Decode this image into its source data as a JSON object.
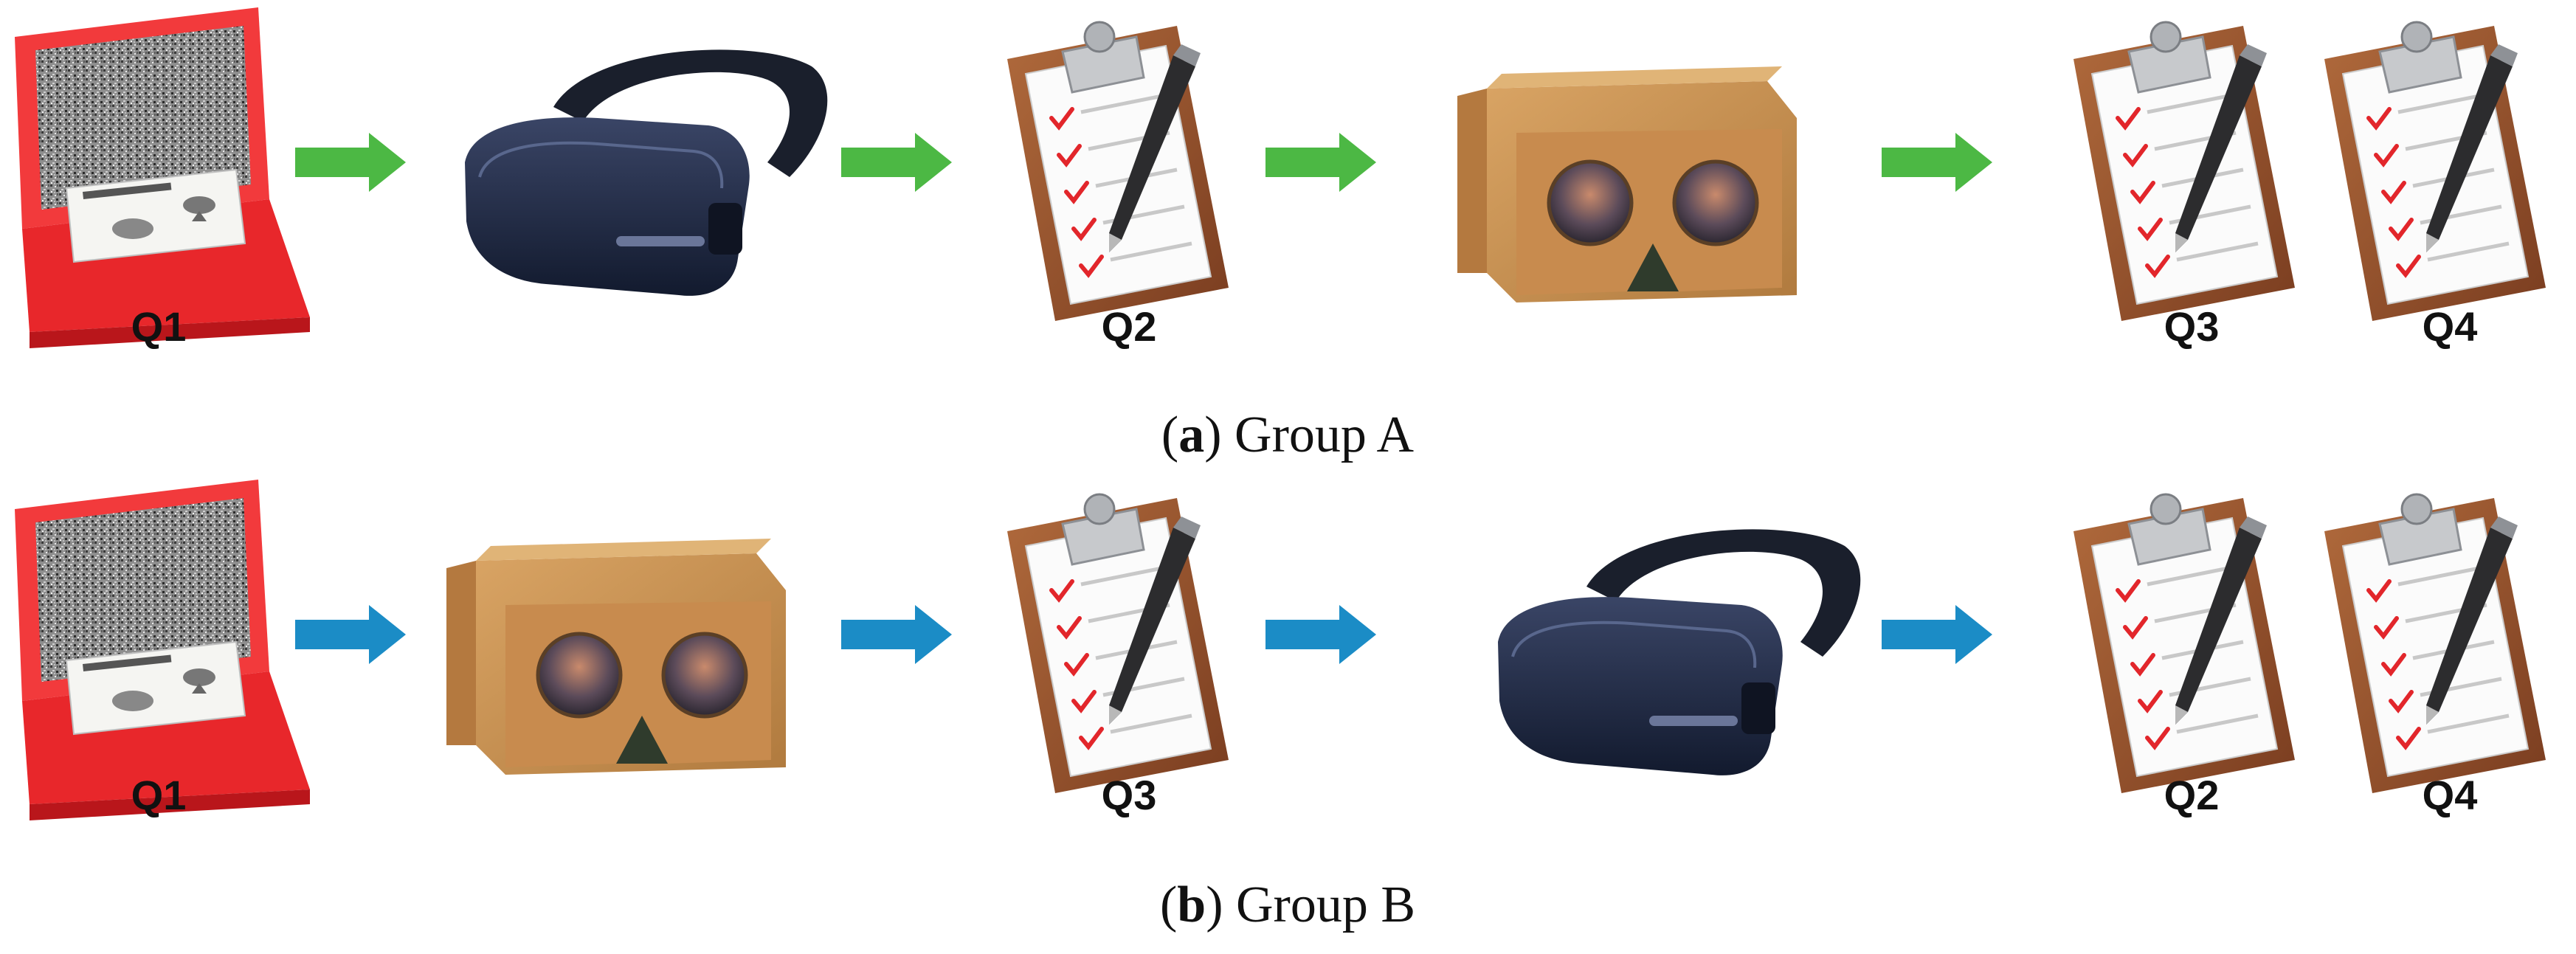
{
  "colors": {
    "group_a_arrow": "#4cb844",
    "group_b_arrow": "#1b8cc6",
    "laptop_red": "#f23a3c",
    "cardboard": "#c9914f",
    "headset": "#1d2640",
    "clipboard": "#8a4a2a"
  },
  "groups": [
    {
      "id": "group-a",
      "caption_letter": "a",
      "caption_text": "Group A",
      "sequence": [
        {
          "kind": "stereo-test-laptop",
          "label": "Q1"
        },
        {
          "kind": "arrow"
        },
        {
          "kind": "gear-vr-headset",
          "label": ""
        },
        {
          "kind": "arrow"
        },
        {
          "kind": "clipboard-questionnaire",
          "label": "Q2"
        },
        {
          "kind": "arrow"
        },
        {
          "kind": "cardboard-viewer",
          "label": ""
        },
        {
          "kind": "arrow"
        },
        {
          "kind": "clipboard-questionnaire",
          "label": "Q3"
        },
        {
          "kind": "clipboard-questionnaire",
          "label": "Q4"
        }
      ]
    },
    {
      "id": "group-b",
      "caption_letter": "b",
      "caption_text": "Group B",
      "sequence": [
        {
          "kind": "stereo-test-laptop",
          "label": "Q1"
        },
        {
          "kind": "arrow"
        },
        {
          "kind": "cardboard-viewer",
          "label": ""
        },
        {
          "kind": "arrow"
        },
        {
          "kind": "clipboard-questionnaire",
          "label": "Q3"
        },
        {
          "kind": "arrow"
        },
        {
          "kind": "gear-vr-headset",
          "label": ""
        },
        {
          "kind": "arrow"
        },
        {
          "kind": "clipboard-questionnaire",
          "label": "Q2"
        },
        {
          "kind": "clipboard-questionnaire",
          "label": "Q4"
        }
      ]
    }
  ],
  "icons": [
    "stereo-test-laptop-icon",
    "gear-vr-headset-icon",
    "cardboard-viewer-icon",
    "clipboard-questionnaire-icon",
    "arrow-right-icon"
  ]
}
